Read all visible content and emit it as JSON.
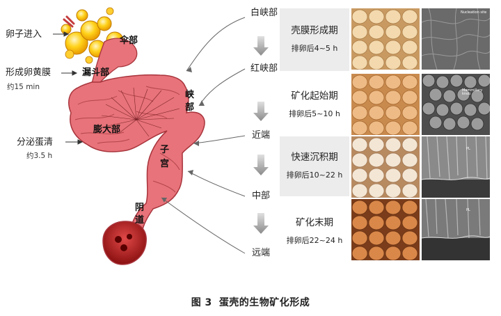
{
  "left": {
    "annotations": [
      {
        "id": "egg-entry",
        "label": "卵子进入"
      },
      {
        "id": "yolk-membrane",
        "label": "形成卵黄膜",
        "sub": "约15 min"
      },
      {
        "id": "albumen",
        "label": "分泌蛋清",
        "sub": "约3.5 h"
      }
    ],
    "organs": {
      "infundibulum": "伞部",
      "funnel": "漏斗部",
      "magnum": "膨大部",
      "isthmus": "峡部",
      "uterus": "子宫",
      "vagina": "阴道"
    }
  },
  "segments": [
    "白峡部",
    "红峡部",
    "近端",
    "中部",
    "远端"
  ],
  "stages": [
    {
      "title": "壳膜形成期",
      "time": "排卵后4~5 h",
      "sem_label": "Nucleation site"
    },
    {
      "title": "矿化起始期",
      "time": "排卵后5~10 h",
      "sem_label": "Mammillary knob"
    },
    {
      "title": "快速沉积期",
      "time": "排卵后10~22 h",
      "sem_label": "PL"
    },
    {
      "title": "矿化末期",
      "time": "排卵后22~24 h",
      "sem_label": "PL"
    }
  ],
  "caption": {
    "fig": "图 3",
    "text": "蛋壳的生物矿化形成"
  },
  "colors": {
    "tissue": "#e8737a",
    "tissue_dark": "#a8343c",
    "yolk": "#f5b400",
    "arrow": "#555555",
    "panel": "#ececec"
  }
}
